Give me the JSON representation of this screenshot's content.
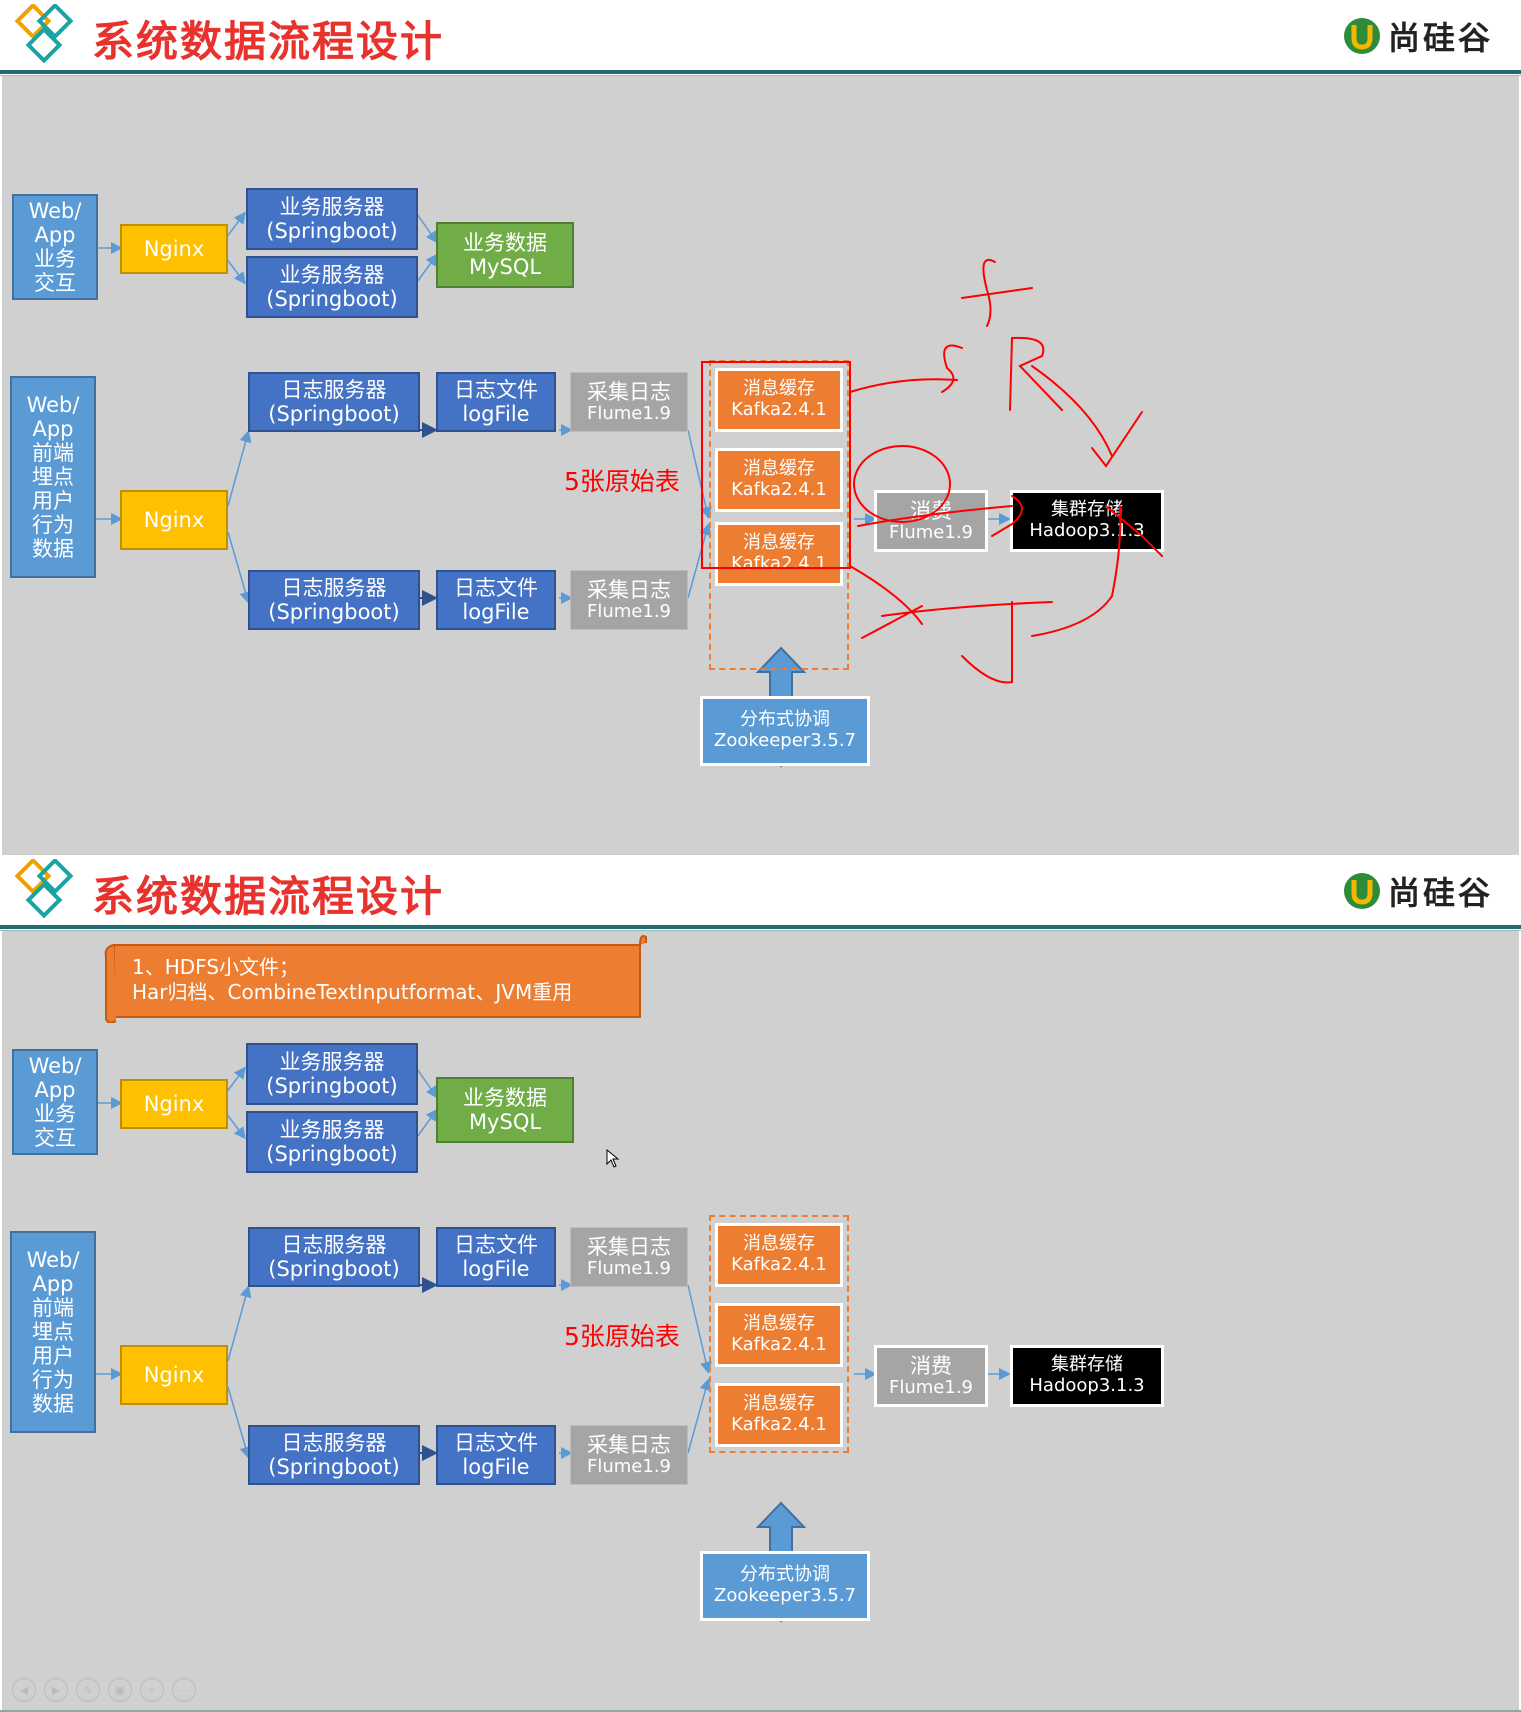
{
  "title": "系统数据流程设计",
  "brand": {
    "name": "尚硅谷",
    "icon": "u-logo-icon"
  },
  "business": {
    "client": [
      "Web/",
      "App",
      "业务",
      "交互"
    ],
    "nginx": "Nginx",
    "server": [
      "业务服务器",
      "(Springboot)"
    ],
    "mysql": [
      "业务数据",
      "MySQL"
    ]
  },
  "log": {
    "client": [
      "Web/",
      "App",
      "前端",
      "埋点",
      "用户",
      "行为",
      "数据"
    ],
    "nginx": "Nginx",
    "server": [
      "日志服务器",
      "(Springboot)"
    ],
    "file": [
      "日志文件",
      "logFile"
    ],
    "collect": [
      "采集日志",
      "Flume1.9"
    ],
    "kafka": [
      "消息缓存",
      "Kafka2.4.1"
    ],
    "tables_label": "5张原始表",
    "consume": [
      "消费",
      "Flume1.9"
    ],
    "hadoop": [
      "集群存储",
      "Hadoop3.1.3"
    ],
    "zk": [
      "分布式协调",
      "Zookeeper3.5.7"
    ]
  },
  "note": {
    "line1": "1、HDFS小文件；",
    "line2": "Har归档、CombineTextInputformat、JVM重用"
  },
  "colors": {
    "title": "#e8322e",
    "blue": "#4472c4",
    "light_blue": "#5b9bd5",
    "nginx": "#ffc000",
    "mysql": "#70ad47",
    "gray": "#a5a5a5",
    "kafka": "#ed7d31",
    "annotation": "#ff0000"
  },
  "navbar": [
    "◀",
    "▶",
    "✎",
    "▣",
    "⌕",
    "⋯"
  ]
}
